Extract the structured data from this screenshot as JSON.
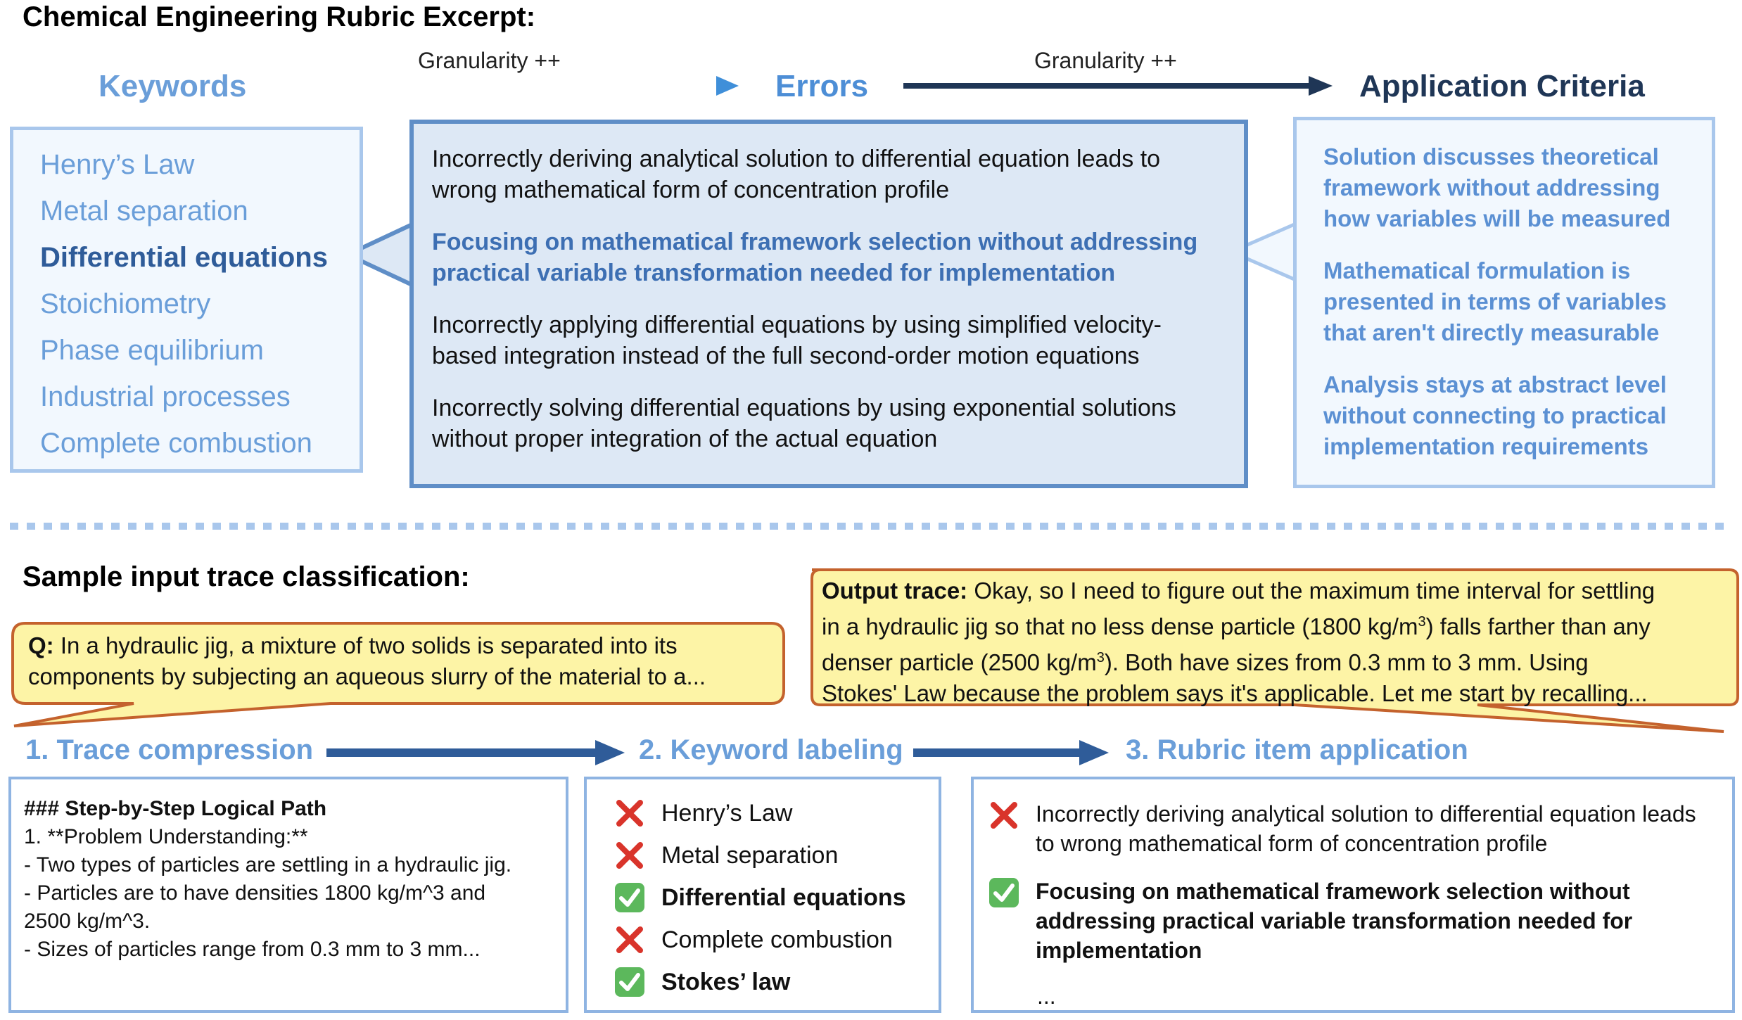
{
  "title": "Chemical Engineering Rubric Excerpt:",
  "columns": {
    "keywords": "Keywords",
    "errors": "Errors",
    "criteria": "Application Criteria",
    "granularity_1": "Granularity ++",
    "granularity_2": "Granularity ++"
  },
  "keywords": [
    "Henry’s Law",
    "Metal separation",
    "Differential equations",
    "Stoichiometry",
    "Phase equilibrium",
    "Industrial processes",
    "Complete combustion"
  ],
  "errors": [
    "Incorrectly deriving analytical solution to differential equation leads to wrong mathematical form of concentration profile",
    "Focusing on mathematical framework selection without addressing practical variable transformation needed for implementation",
    "Incorrectly applying differential equations by using simplified velocity-based integration instead of the full second-order motion equations",
    "Incorrectly solving differential equations by using exponential solutions without proper integration of the actual equation"
  ],
  "criteria": [
    "Solution discusses theoretical framework without addressing how variables will be measured",
    "Mathematical formulation is presented in terms of variables that aren't directly measurable",
    "Analysis stays at abstract level without connecting to practical implementation requirements"
  ],
  "section2_title": "Sample input trace classification:",
  "question": {
    "label": "Q:",
    "line1": " In a hydraulic jig, a mixture of two solids is separated into its",
    "line2": "components by subjecting an aqueous slurry of the material to a..."
  },
  "output_trace": {
    "label": "Output trace:",
    "l1": " Okay, so I need to figure out the maximum time interval for settling",
    "l2a": "in a hydraulic jig so that no less dense particle (1800 kg/m",
    "l2b": ") falls farther than any",
    "l3a": "denser particle (2500 kg/m",
    "l3b": "). Both have sizes from 0.3 mm to 3 mm. Using",
    "l4": "Stokes' Law because the problem says it's applicable. Let me start by recalling...",
    "sup": "3"
  },
  "steps": [
    "1. Trace compression",
    "2. Keyword labeling",
    "3. Rubric item application"
  ],
  "trace_compression": {
    "heading": "### Step-by-Step Logical Path",
    "lines": [
      "1. **Problem Understanding:**",
      "- Two types of particles are settling in a hydraulic jig.",
      "- Particles are to have densities 1800 kg/m^3 and",
      "2500 kg/m^3.",
      "- Sizes of particles range from 0.3 mm to 3 mm..."
    ]
  },
  "keyword_labels": [
    {
      "text": "Henry’s Law",
      "match": false
    },
    {
      "text": "Metal separation",
      "match": false
    },
    {
      "text": "Differential equations",
      "match": true
    },
    {
      "text": "Complete combustion",
      "match": false
    },
    {
      "text": "Stokes’ law",
      "match": true
    }
  ],
  "rubric_application": [
    {
      "text": "Incorrectly deriving analytical solution to differential equation leads to wrong mathematical form of concentration profile",
      "match": false
    },
    {
      "text": "Focusing on mathematical framework selection without addressing practical variable transformation needed for implementation",
      "match": true
    }
  ],
  "ellipsis": "...",
  "colors": {
    "light_blue": "#6a9ed9",
    "dark_blue": "#2f5c99",
    "navy": "#1f3656",
    "bubble_fill": "#fdf4a6",
    "bubble_border": "#c4622d",
    "cross": "#d9342b",
    "check": "#4caf50"
  }
}
